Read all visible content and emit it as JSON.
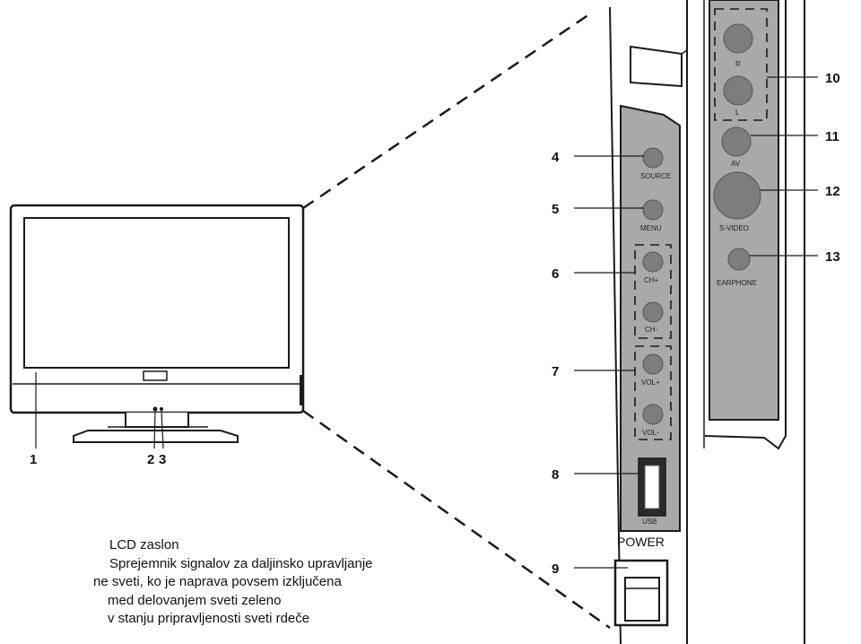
{
  "callouts": {
    "n1": "1",
    "n2": "2",
    "n3": "3",
    "n4": "4",
    "n5": "5",
    "n6": "6",
    "n7": "7",
    "n8": "8",
    "n9": "9",
    "n10": "10",
    "n11": "11",
    "n12": "12",
    "n13": "13"
  },
  "buttons": {
    "source": "SOURCE",
    "menu": "MENU",
    "ch_up": "CH+",
    "ch_down": "CH-",
    "vol_up": "VOL+",
    "vol_down": "VOL-",
    "usb": "USB",
    "power": "POWER"
  },
  "jacks": {
    "audio_r": "R",
    "audio_l": "L",
    "av": "AV",
    "svideo": "S-VIDEO",
    "earphone": "EARPHONE"
  },
  "legend": {
    "line1": "LCD zaslon",
    "line2": "Sprejemnik signalov za daljinsko upravljanje",
    "line3": "ne sveti, ko je naprava povsem izključena",
    "line4": "med delovanjem sveti zeleno",
    "line5": "v stanju pripravljenosti sveti rdeče"
  },
  "colors": {
    "panel_gray": "#a9a9a9",
    "button_gray": "#7d7d7d",
    "line": "#1a1a1a"
  }
}
